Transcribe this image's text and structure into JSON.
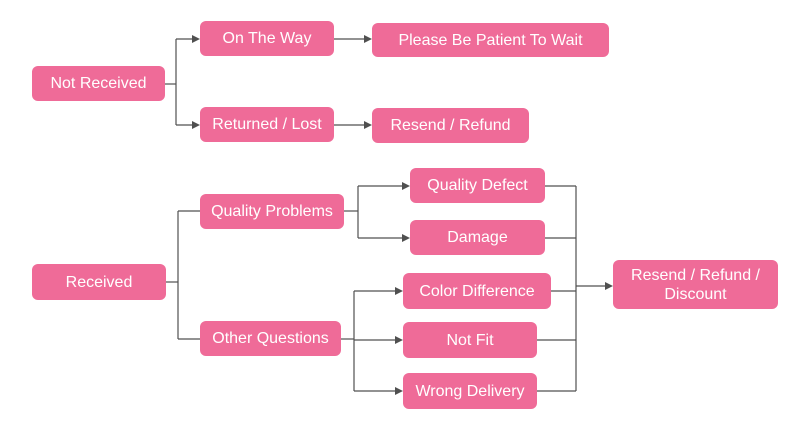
{
  "flowchart": {
    "not_received": {
      "label": "Not Received",
      "on_the_way": "On The Way",
      "on_the_way_action": "Please Be Patient To Wait",
      "returned_lost": "Returned / Lost",
      "returned_lost_action": "Resend / Refund"
    },
    "received": {
      "label": "Received",
      "quality_problems": "Quality Problems",
      "quality_defect": "Quality Defect",
      "damage": "Damage",
      "other_questions": "Other Questions",
      "color_difference": "Color Difference",
      "not_fit": "Not Fit",
      "wrong_delivery": "Wrong Delivery",
      "outcome_line1": "Resend / Refund /",
      "outcome_line2": "Discount"
    }
  },
  "colors": {
    "box_fill": "#ef6b98",
    "box_text": "#ffffff",
    "connector": "#505050"
  }
}
